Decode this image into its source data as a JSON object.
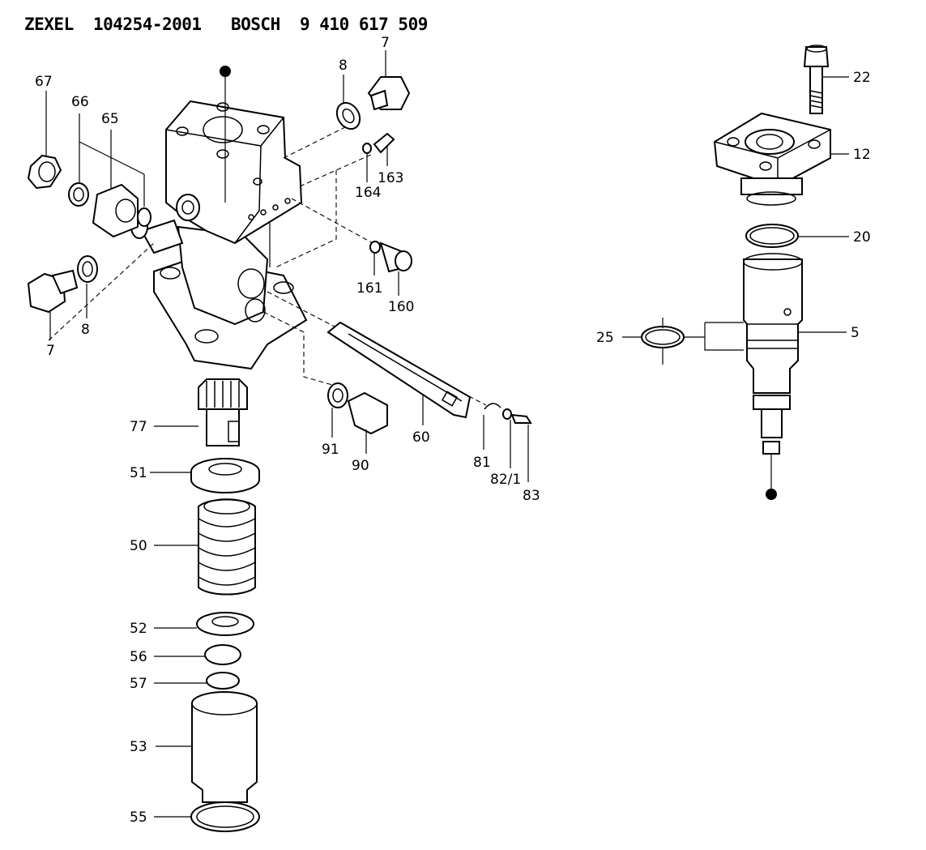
{
  "header": {
    "title": "ZEXEL  104254-2001   BOSCH  9 410 617 509"
  },
  "labels": {
    "p67": "67",
    "p66": "66",
    "p65": "65",
    "p8a": "8",
    "p7a": "7",
    "p8b": "8",
    "p7b": "7",
    "p164": "164",
    "p163": "163",
    "p161": "161",
    "p160": "160",
    "p77": "77",
    "p51": "51",
    "p50": "50",
    "p52": "52",
    "p56": "56",
    "p57": "57",
    "p53": "53",
    "p55": "55",
    "p91": "91",
    "p90": "90",
    "p60": "60",
    "p81": "81",
    "p82": "82/1",
    "p83": "83",
    "p22": "22",
    "p12": "12",
    "p20": "20",
    "p5": "5",
    "p25": "25"
  }
}
